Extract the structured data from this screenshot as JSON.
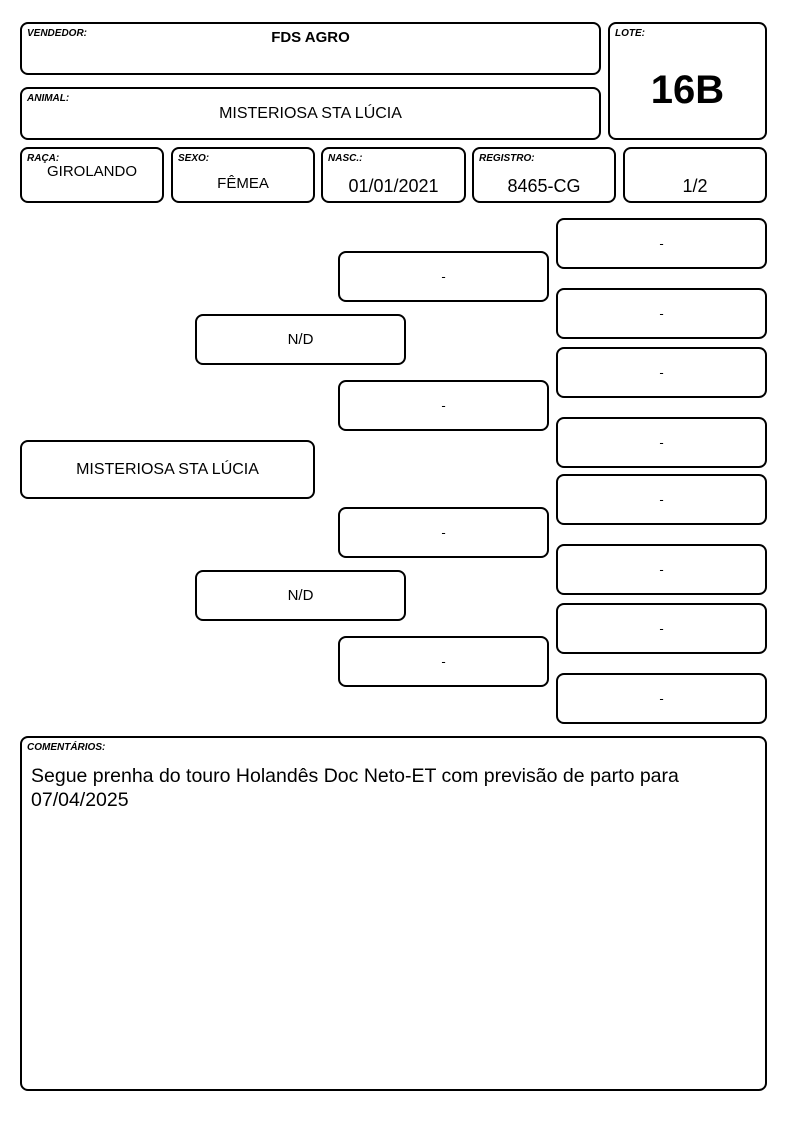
{
  "header": {
    "vendedor_label": "VENDEDOR:",
    "vendedor": "FDS AGRO",
    "lote_label": "LOTE:",
    "lote": "16B",
    "animal_label": "ANIMAL:",
    "animal": "MISTERIOSA STA LÚCIA"
  },
  "info": {
    "raca_label": "RAÇA:",
    "raca": "GIROLANDO",
    "sexo_label": "SEXO:",
    "sexo": "FÊMEA",
    "nasc_label": "NASC.:",
    "nasc": "01/01/2021",
    "registro_label": "REGISTRO:",
    "registro": "8465-CG",
    "page": "1/2"
  },
  "pedigree": {
    "animal": "MISTERIOSA STA LÚCIA",
    "parents": [
      "N/D",
      "N/D"
    ],
    "grandparents": [
      "-",
      "-",
      "-",
      "-"
    ],
    "great_grandparents": [
      "-",
      "-",
      "-",
      "-",
      "-",
      "-",
      "-",
      "-"
    ]
  },
  "comments": {
    "label": "COMENTÁRIOS:",
    "text": "Segue prenha do touro Holandês Doc Neto-ET com previsão de parto para 07/04/2025"
  }
}
